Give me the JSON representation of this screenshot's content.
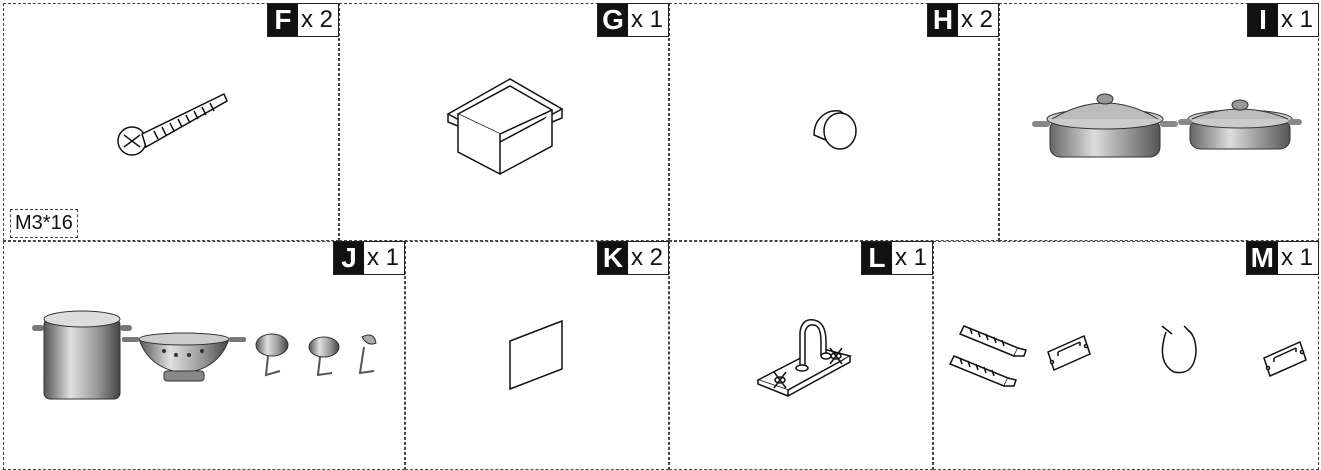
{
  "parts": [
    {
      "id": "F",
      "qty": "x 2",
      "size": "M3*16",
      "item": "screw"
    },
    {
      "id": "G",
      "qty": "x 1",
      "item": "sink-basin"
    },
    {
      "id": "H",
      "qty": "x 2",
      "item": "knob"
    },
    {
      "id": "I",
      "qty": "x 1",
      "item": "saute-pans"
    },
    {
      "id": "J",
      "qty": "x 1",
      "item": "cookware-set"
    },
    {
      "id": "K",
      "qty": "x 2",
      "item": "panel"
    },
    {
      "id": "L",
      "qty": "x 1",
      "item": "faucet"
    },
    {
      "id": "M",
      "qty": "x 1",
      "item": "mounting-hardware"
    }
  ]
}
